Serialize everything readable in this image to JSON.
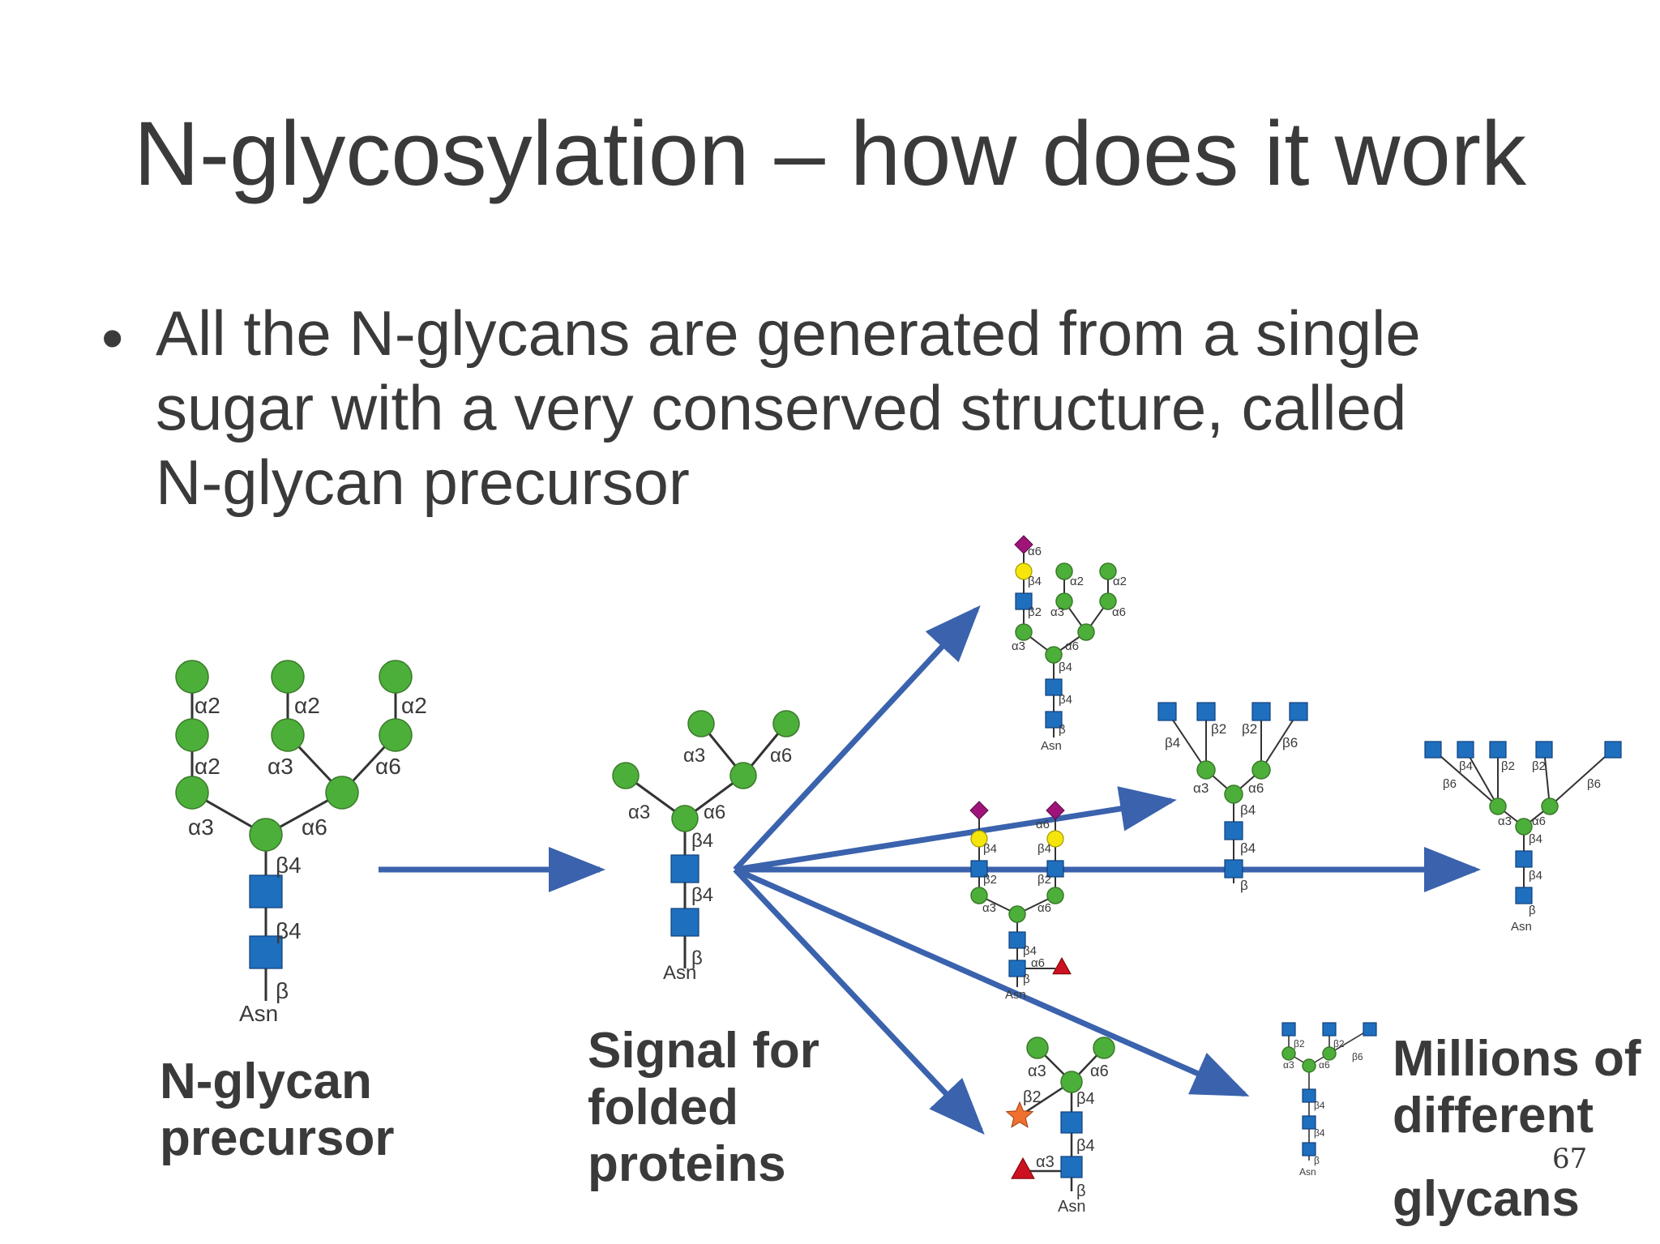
{
  "slide": {
    "title": "N-glycosylation – how does it work",
    "bullet_lines": [
      "All the N-glycans are generated from a single",
      "sugar with a very conserved structure, called",
      "N-glycan precursor"
    ],
    "page_number": "67"
  },
  "labels": {
    "precursor": [
      "N-glycan",
      "precursor"
    ],
    "signal": [
      "Signal for",
      "folded",
      "proteins"
    ],
    "millions": [
      "Millions of",
      "different",
      "glycans"
    ]
  },
  "glycan_text": {
    "asn": "Asn",
    "a2": "α2",
    "a3": "α3",
    "a6": "α6",
    "b": "β",
    "b2": "β2",
    "b4": "β4",
    "b6": "β6"
  },
  "colors": {
    "mannose_green": "#4caf3a",
    "glcnac_blue": "#1f6fbf",
    "galactose_yellow": "#f5e50c",
    "sialic_purple": "#a0147a",
    "fucose_red": "#cc1122",
    "xylose_orange": "#f07030",
    "arrow_blue": "#3a62ad"
  }
}
